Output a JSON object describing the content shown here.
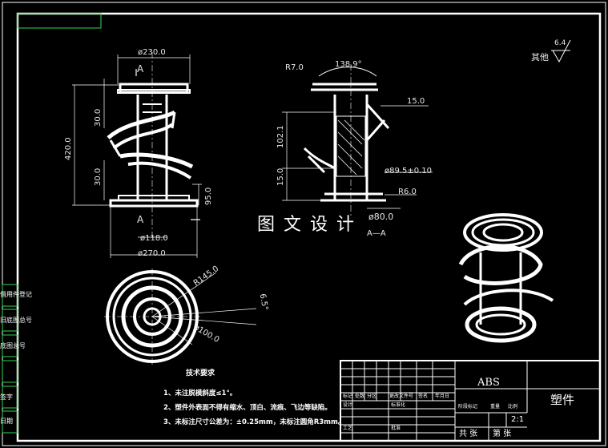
{
  "watermark": "图 文 设 计",
  "surface_finish": {
    "label": "其他",
    "value": "6.4"
  },
  "front_view": {
    "section_mark": "A",
    "dims": {
      "top_width": "ø230.0",
      "bottom_width": "ø270.0",
      "inner_width": "ø118.0",
      "overall_height": "420.0",
      "upper_step": "30.0",
      "lower_step": "30.0",
      "base_height": "95.0"
    }
  },
  "section_view": {
    "dims": {
      "radius_top": "R7.0",
      "angle": "138.9°",
      "right_step": "15.0",
      "mid_height": "102.1",
      "low_step": "15.0",
      "bore": "ø89.5±0.10",
      "radius_bottom": "R6.0",
      "base_dia": "ø80.0",
      "section_label": "A—A"
    }
  },
  "top_view": {
    "dims": {
      "outer_radius": "R145.0",
      "inner_dia": "ø100.0",
      "angle": "6.5°"
    }
  },
  "tech_requirements": {
    "title": "技术要求",
    "items": [
      "1、未注脱模斜度≤1°。",
      "2、塑件外表面不得有缩水、顶白、流痕、飞边等缺陷。",
      "3、未标注尺寸公差为：±0.25mm，未标注圆角R3mm。"
    ]
  },
  "title_block": {
    "material": "ABS",
    "part_name": "塑件",
    "scale": "2:1",
    "sheets": "共   张",
    "sheet_no": "第   张",
    "row_labels": [
      "标记",
      "处数",
      "分区",
      "更改文件号",
      "签名",
      "年月日"
    ],
    "design": "设计",
    "standardize": "标准化",
    "stage_label": "阶段标记",
    "weight_label": "重量",
    "scale_label": "比例",
    "process": "工艺",
    "approve": "批准"
  },
  "side_labels": [
    "借用件登记",
    "旧底图总号",
    "底图总号",
    "签字",
    "日期"
  ]
}
